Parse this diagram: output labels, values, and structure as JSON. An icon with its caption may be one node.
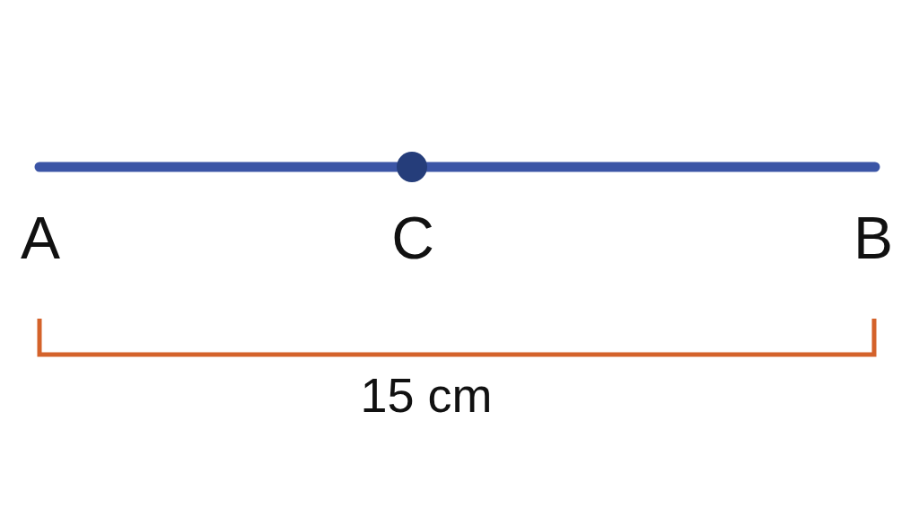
{
  "diagram": {
    "labels": [
      "A",
      "C",
      "B",
      "15 cm"
    ]
  }
}
